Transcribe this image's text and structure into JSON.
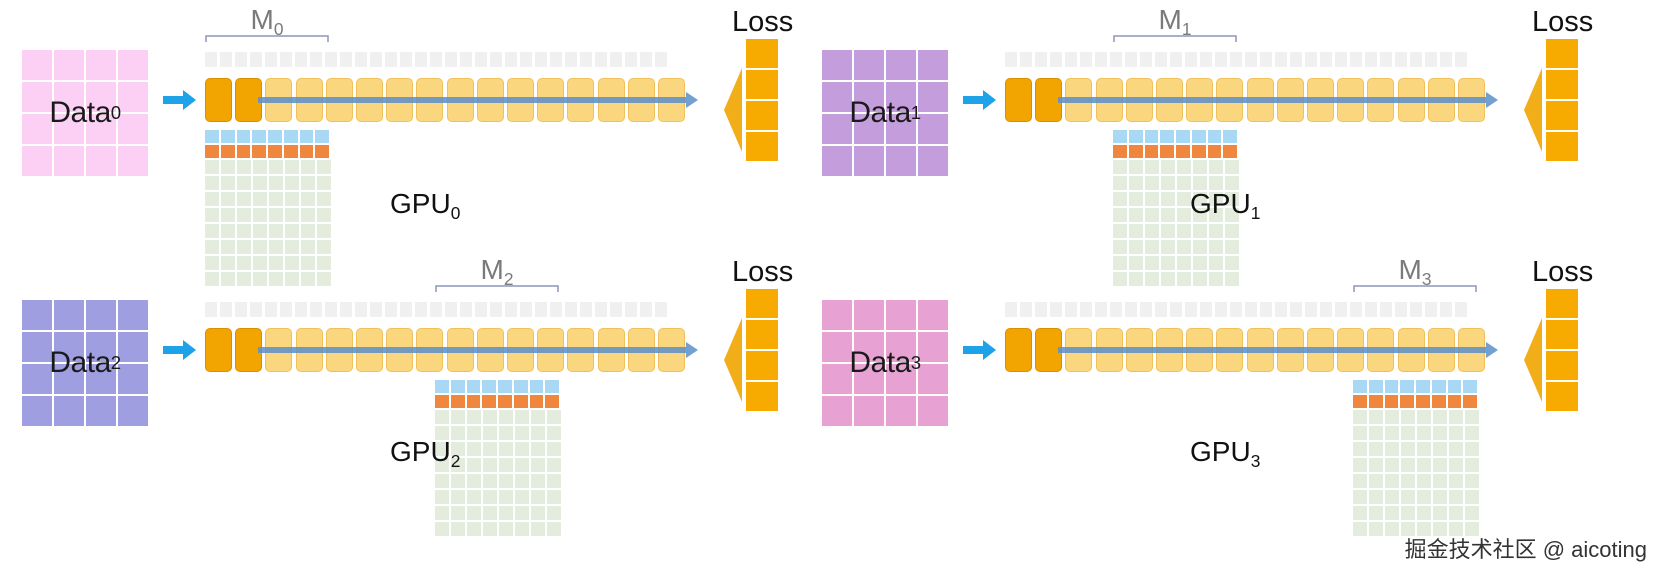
{
  "diagram": {
    "panels": [
      {
        "id": "p0",
        "data_label": "Data",
        "data_sub": "0",
        "gpu_label": "GPU",
        "gpu_sub": "0",
        "m_label": "M",
        "m_sub": "0",
        "loss_label": "Loss",
        "data_color": "#fbd0f4",
        "shard_index": 0
      },
      {
        "id": "p1",
        "data_label": "Data",
        "data_sub": "1",
        "gpu_label": "GPU",
        "gpu_sub": "1",
        "m_label": "M",
        "m_sub": "1",
        "loss_label": "Loss",
        "data_color": "#c49ddd",
        "shard_index": 1
      },
      {
        "id": "p2",
        "data_label": "Data",
        "data_sub": "2",
        "gpu_label": "GPU",
        "gpu_sub": "2",
        "m_label": "M",
        "m_sub": "2",
        "loss_label": "Loss",
        "data_color": "#9f9ee0",
        "shard_index": 2
      },
      {
        "id": "p3",
        "data_label": "Data",
        "data_sub": "3",
        "gpu_label": "GPU",
        "gpu_sub": "3",
        "m_label": "M",
        "m_sub": "3",
        "loss_label": "Loss",
        "data_color": "#e7a2d3",
        "shard_index": 3
      }
    ],
    "layers_per_model": 16,
    "shard_count": 4,
    "colors": {
      "arrow_blue": "#1ea2e8",
      "pipeline_blue": "#5b8fc9",
      "layer_dark": "#f2a500",
      "layer_light": "#fad77f",
      "loss": "#f7ab00",
      "shard_top": "#a8d8f4",
      "shard_orange": "#f0873e",
      "shard_grid": "#e4eddd"
    }
  },
  "watermark": "掘金技术社区 @ aicoting"
}
